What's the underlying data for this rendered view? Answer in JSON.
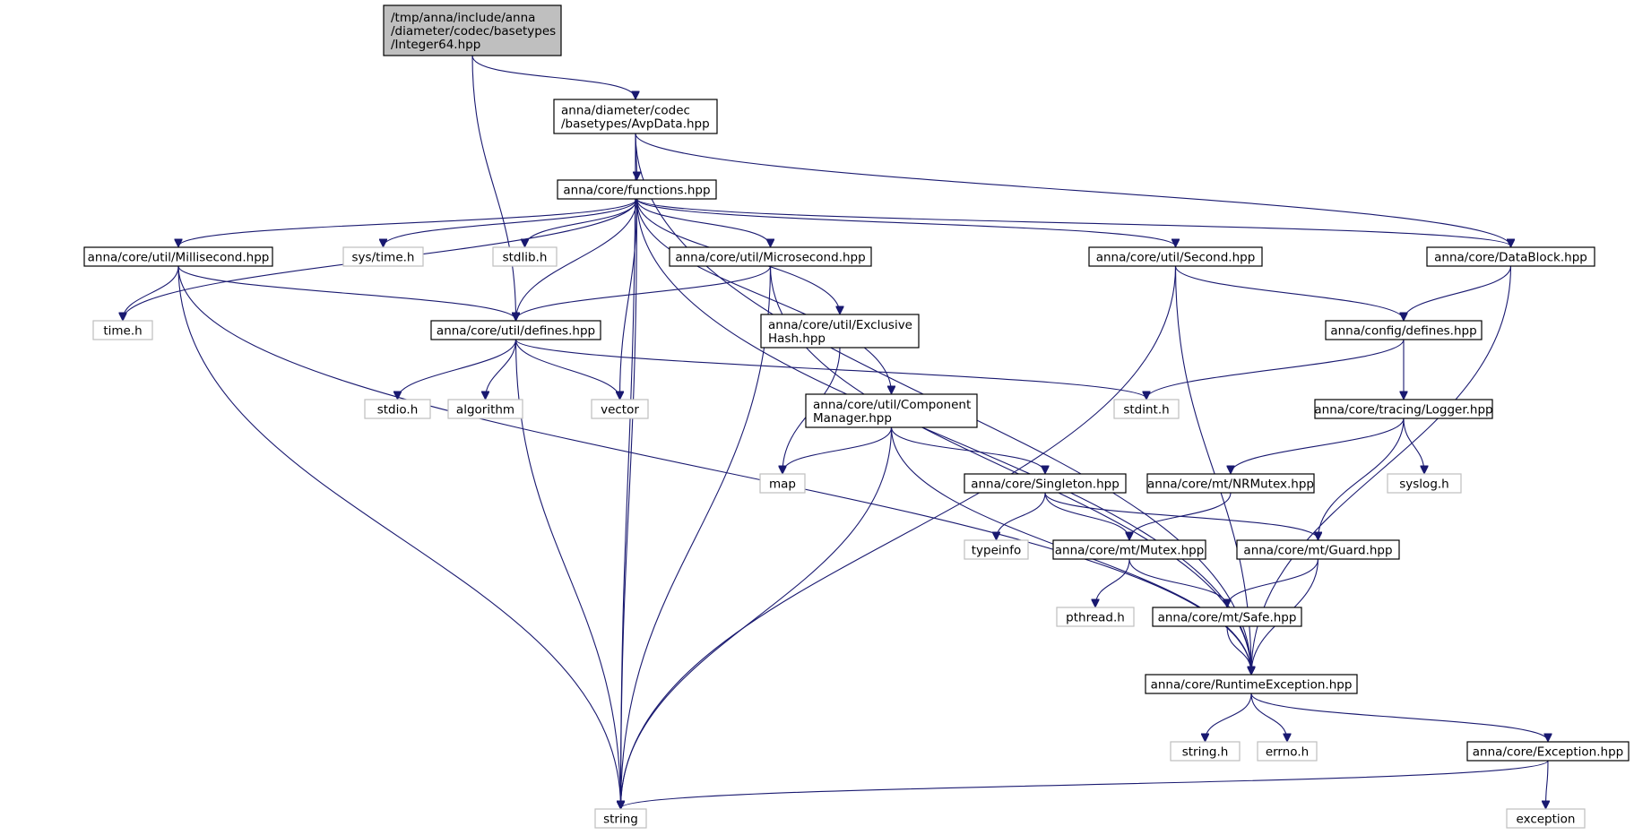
{
  "title": "",
  "colors": {
    "edge": "#191970",
    "node_border": "#000000",
    "external_border": "#bfbfbf",
    "root_fill": "#bfbfbf"
  },
  "nodes": [
    {
      "id": "n_integer64",
      "lines": [
        "/tmp/anna/include/anna",
        "/diameter/codec/basetypes",
        "/Integer64.hpp"
      ],
      "kind": "root"
    },
    {
      "id": "n_avpdata",
      "lines": [
        "anna/diameter/codec",
        "/basetypes/AvpData.hpp"
      ],
      "kind": "internal"
    },
    {
      "id": "n_functions",
      "lines": [
        "anna/core/functions.hpp"
      ],
      "kind": "internal"
    },
    {
      "id": "n_millisecond",
      "lines": [
        "anna/core/util/Millisecond.hpp"
      ],
      "kind": "internal"
    },
    {
      "id": "n_systime",
      "lines": [
        "sys/time.h"
      ],
      "kind": "external"
    },
    {
      "id": "n_stdlib",
      "lines": [
        "stdlib.h"
      ],
      "kind": "external"
    },
    {
      "id": "n_microsecond",
      "lines": [
        "anna/core/util/Microsecond.hpp"
      ],
      "kind": "internal"
    },
    {
      "id": "n_second",
      "lines": [
        "anna/core/util/Second.hpp"
      ],
      "kind": "internal"
    },
    {
      "id": "n_datablock",
      "lines": [
        "anna/core/DataBlock.hpp"
      ],
      "kind": "internal"
    },
    {
      "id": "n_timeh",
      "lines": [
        "time.h"
      ],
      "kind": "external"
    },
    {
      "id": "n_utildefines",
      "lines": [
        "anna/core/util/defines.hpp"
      ],
      "kind": "internal"
    },
    {
      "id": "n_exclusivehash",
      "lines": [
        "anna/core/util/Exclusive",
        "Hash.hpp"
      ],
      "kind": "internal"
    },
    {
      "id": "n_configdefines",
      "lines": [
        "anna/config/defines.hpp"
      ],
      "kind": "internal"
    },
    {
      "id": "n_stdio",
      "lines": [
        "stdio.h"
      ],
      "kind": "external"
    },
    {
      "id": "n_algorithm",
      "lines": [
        "algorithm"
      ],
      "kind": "external"
    },
    {
      "id": "n_vector",
      "lines": [
        "vector"
      ],
      "kind": "external"
    },
    {
      "id": "n_componentmanager",
      "lines": [
        "anna/core/util/Component",
        "Manager.hpp"
      ],
      "kind": "internal"
    },
    {
      "id": "n_stdint",
      "lines": [
        "stdint.h"
      ],
      "kind": "external"
    },
    {
      "id": "n_logger",
      "lines": [
        "anna/core/tracing/Logger.hpp"
      ],
      "kind": "internal"
    },
    {
      "id": "n_map",
      "lines": [
        "map"
      ],
      "kind": "external"
    },
    {
      "id": "n_singleton",
      "lines": [
        "anna/core/Singleton.hpp"
      ],
      "kind": "internal"
    },
    {
      "id": "n_nrmutex",
      "lines": [
        "anna/core/mt/NRMutex.hpp"
      ],
      "kind": "internal"
    },
    {
      "id": "n_syslog",
      "lines": [
        "syslog.h"
      ],
      "kind": "external"
    },
    {
      "id": "n_typeinfo",
      "lines": [
        "typeinfo"
      ],
      "kind": "external"
    },
    {
      "id": "n_mutex",
      "lines": [
        "anna/core/mt/Mutex.hpp"
      ],
      "kind": "internal"
    },
    {
      "id": "n_guard",
      "lines": [
        "anna/core/mt/Guard.hpp"
      ],
      "kind": "internal"
    },
    {
      "id": "n_pthread",
      "lines": [
        "pthread.h"
      ],
      "kind": "external"
    },
    {
      "id": "n_safe",
      "lines": [
        "anna/core/mt/Safe.hpp"
      ],
      "kind": "internal"
    },
    {
      "id": "n_runtimeexception",
      "lines": [
        "anna/core/RuntimeException.hpp"
      ],
      "kind": "internal"
    },
    {
      "id": "n_stringh",
      "lines": [
        "string.h"
      ],
      "kind": "external"
    },
    {
      "id": "n_errno",
      "lines": [
        "errno.h"
      ],
      "kind": "external"
    },
    {
      "id": "n_exception_hpp",
      "lines": [
        "anna/core/Exception.hpp"
      ],
      "kind": "internal"
    },
    {
      "id": "n_string",
      "lines": [
        "string"
      ],
      "kind": "external"
    },
    {
      "id": "n_exception",
      "lines": [
        "exception"
      ],
      "kind": "external"
    }
  ],
  "edges": [
    {
      "from": "n_integer64",
      "to": "n_avpdata"
    },
    {
      "from": "n_integer64",
      "to": "n_utildefines"
    },
    {
      "from": "n_avpdata",
      "to": "n_functions"
    },
    {
      "from": "n_avpdata",
      "to": "n_datablock"
    },
    {
      "from": "n_avpdata",
      "to": "n_runtimeexception"
    },
    {
      "from": "n_avpdata",
      "to": "n_string"
    },
    {
      "from": "n_functions",
      "to": "n_millisecond"
    },
    {
      "from": "n_functions",
      "to": "n_systime"
    },
    {
      "from": "n_functions",
      "to": "n_stdlib"
    },
    {
      "from": "n_functions",
      "to": "n_microsecond"
    },
    {
      "from": "n_functions",
      "to": "n_second"
    },
    {
      "from": "n_functions",
      "to": "n_datablock"
    },
    {
      "from": "n_functions",
      "to": "n_timeh"
    },
    {
      "from": "n_functions",
      "to": "n_utildefines"
    },
    {
      "from": "n_functions",
      "to": "n_exclusivehash"
    },
    {
      "from": "n_functions",
      "to": "n_vector"
    },
    {
      "from": "n_functions",
      "to": "n_componentmanager"
    },
    {
      "from": "n_functions",
      "to": "n_runtimeexception"
    },
    {
      "from": "n_functions",
      "to": "n_string"
    },
    {
      "from": "n_millisecond",
      "to": "n_timeh"
    },
    {
      "from": "n_millisecond",
      "to": "n_utildefines"
    },
    {
      "from": "n_millisecond",
      "to": "n_runtimeexception"
    },
    {
      "from": "n_millisecond",
      "to": "n_string"
    },
    {
      "from": "n_microsecond",
      "to": "n_utildefines"
    },
    {
      "from": "n_microsecond",
      "to": "n_runtimeexception"
    },
    {
      "from": "n_microsecond",
      "to": "n_string"
    },
    {
      "from": "n_second",
      "to": "n_configdefines"
    },
    {
      "from": "n_second",
      "to": "n_runtimeexception"
    },
    {
      "from": "n_second",
      "to": "n_string"
    },
    {
      "from": "n_datablock",
      "to": "n_configdefines"
    },
    {
      "from": "n_datablock",
      "to": "n_runtimeexception"
    },
    {
      "from": "n_utildefines",
      "to": "n_stdio"
    },
    {
      "from": "n_utildefines",
      "to": "n_algorithm"
    },
    {
      "from": "n_utildefines",
      "to": "n_vector"
    },
    {
      "from": "n_utildefines",
      "to": "n_stdint"
    },
    {
      "from": "n_utildefines",
      "to": "n_string"
    },
    {
      "from": "n_exclusivehash",
      "to": "n_map"
    },
    {
      "from": "n_configdefines",
      "to": "n_stdint"
    },
    {
      "from": "n_configdefines",
      "to": "n_logger"
    },
    {
      "from": "n_componentmanager",
      "to": "n_map"
    },
    {
      "from": "n_componentmanager",
      "to": "n_singleton"
    },
    {
      "from": "n_componentmanager",
      "to": "n_runtimeexception"
    },
    {
      "from": "n_componentmanager",
      "to": "n_string"
    },
    {
      "from": "n_logger",
      "to": "n_nrmutex"
    },
    {
      "from": "n_logger",
      "to": "n_syslog"
    },
    {
      "from": "n_logger",
      "to": "n_guard"
    },
    {
      "from": "n_singleton",
      "to": "n_typeinfo"
    },
    {
      "from": "n_singleton",
      "to": "n_mutex"
    },
    {
      "from": "n_singleton",
      "to": "n_guard"
    },
    {
      "from": "n_nrmutex",
      "to": "n_mutex"
    },
    {
      "from": "n_mutex",
      "to": "n_pthread"
    },
    {
      "from": "n_mutex",
      "to": "n_safe"
    },
    {
      "from": "n_guard",
      "to": "n_safe"
    },
    {
      "from": "n_guard",
      "to": "n_runtimeexception"
    },
    {
      "from": "n_safe",
      "to": "n_runtimeexception"
    },
    {
      "from": "n_runtimeexception",
      "to": "n_stringh"
    },
    {
      "from": "n_runtimeexception",
      "to": "n_errno"
    },
    {
      "from": "n_runtimeexception",
      "to": "n_exception_hpp"
    },
    {
      "from": "n_exception_hpp",
      "to": "n_string"
    },
    {
      "from": "n_exception_hpp",
      "to": "n_exception"
    }
  ]
}
